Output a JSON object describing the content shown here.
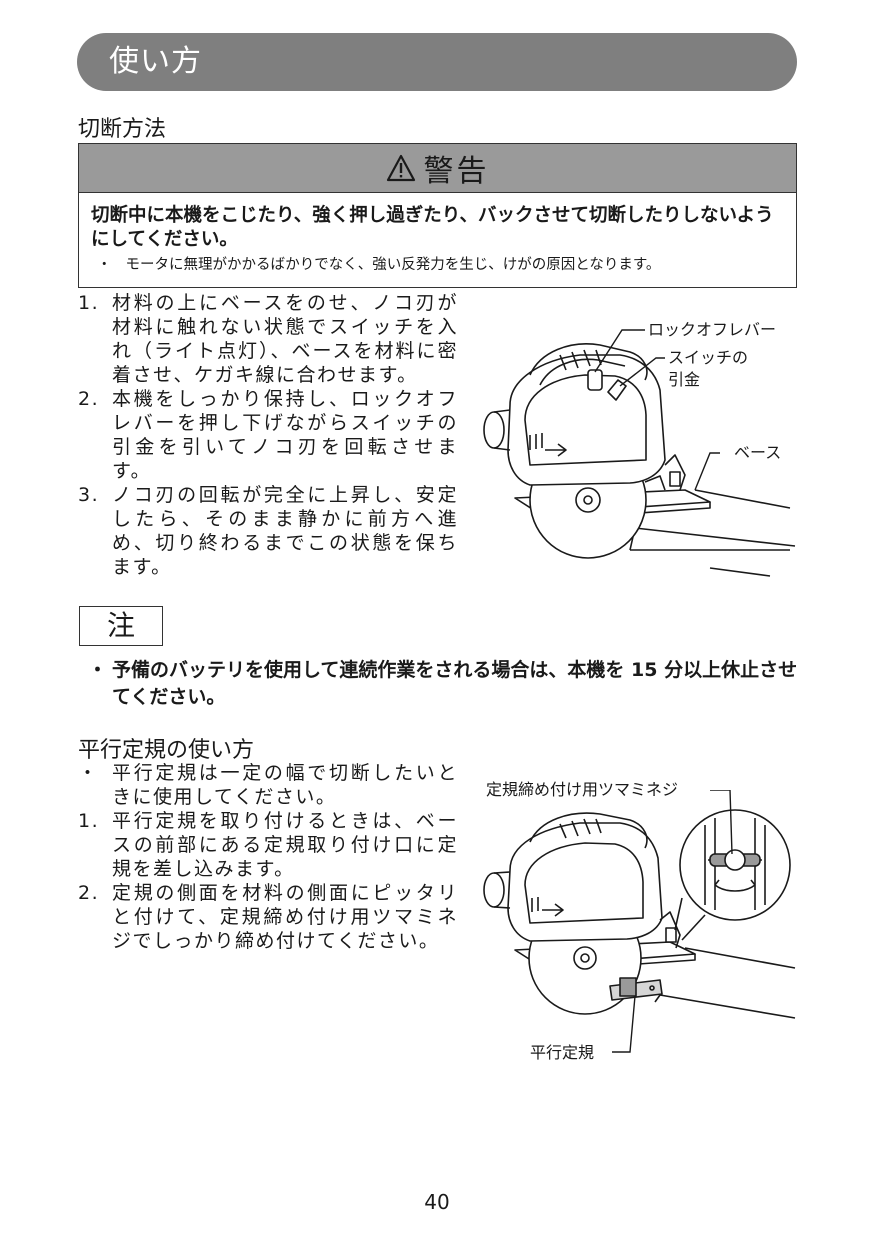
{
  "header": {
    "title": "使い方"
  },
  "cutting": {
    "title": "切断方法",
    "warning": {
      "title": "警告",
      "main": "切断中に本機をこじたり、強く押し過ぎたり、バックさせて切断したりしないようにしてください。",
      "bullet": "・",
      "sub": "モータに無理がかかるばかりでなく、強い反発力を生じ、けがの原因となります。"
    },
    "steps": [
      {
        "num": "1.",
        "text": "材料の上にベースをのせ、ノコ刃が材料に触れない状態でスイッチを入れ（ライト点灯）、ベースを材料に密着させ、ケガキ線に合わせます。"
      },
      {
        "num": "2.",
        "text": "本機をしっかり保持し、ロックオフレバーを押し下げながらスイッチの引金を引いてノコ刃を回転させます。"
      },
      {
        "num": "3.",
        "text": "ノコ刃の回転が完全に上昇し、安定したら、そのまま静かに前方へ進め、切り終わるまでこの状態を保ちます。"
      }
    ],
    "figure_labels": {
      "lock_off_lever": "ロックオフレバー",
      "switch_line1": "スイッチの",
      "switch_line2": "引金",
      "base": "ベース"
    }
  },
  "note": {
    "title": "注",
    "bullet": "・",
    "text": "予備のバッテリを使用して連続作業をされる場合は、本機を 15 分以上休止させてください。"
  },
  "guide": {
    "title": "平行定規の使い方",
    "items": [
      {
        "num": "・",
        "text": "平行定規は一定の幅で切断したいときに使用してください。"
      },
      {
        "num": "1.",
        "text": "平行定規を取り付けるときは、ベースの前部にある定規取り付け口に定規を差し込みます。"
      },
      {
        "num": "2.",
        "text": "定規の側面を材料の側面にピッタリと付けて、定規締め付け用ツマミネジでしっかり締め付けてください。"
      }
    ],
    "figure_labels": {
      "knob_screw": "定規締め付け用ツマミネジ",
      "parallel_guide": "平行定規"
    }
  },
  "page_number": "40"
}
